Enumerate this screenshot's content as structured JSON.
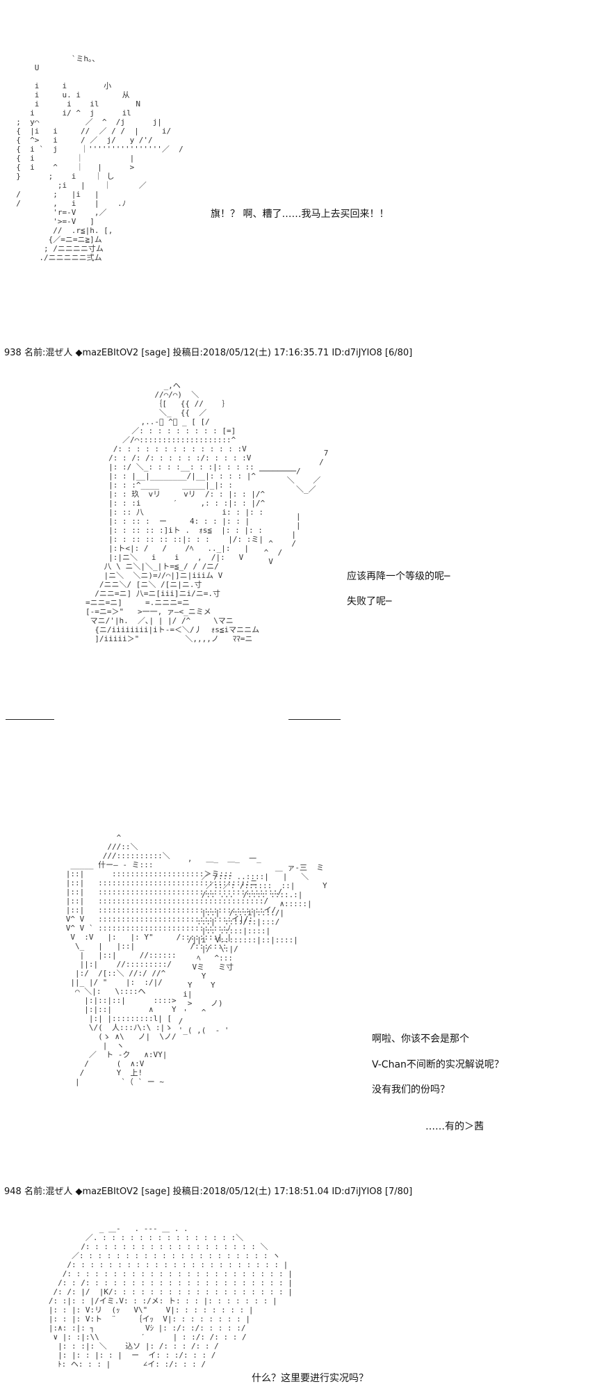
{
  "art": {
    "a1": "              `ミh｡､\n      U\n\n      i     i        小\n      i     u. i         从\n      i      i    il        N\n     i      i/ ^  j      il\n  ;  y⌒          ／  ^  /j      j|\n  {  |i   i     //  ／ / /  |     i/\n  {  ^>   i     / ／  j/   y /'/\n  {  i `  j     ｜''''''''''''''''／  /\n  {  i         ｜          |\n  {  i    ^    ｜   |      >\n  }      ;    i    ｜ し\n           ;i   |    ｜      ／\n  /       ;   |i   |\n  /       ,   i    |    .ﾉ\n          'r=-V    ,／\n          '>=-V   ]\n          //  .r≦|h. [,\n         {／=ニ=ニ≧]ム\n        ; /ニニニニ寸ム\n       ./ニニニニニ弍ム",
    "a2": "                         _,ヘ\n                       //⌒/⌒)  ＼\n                       ｛[   {{ //    ｝\n                        ＼_  {{  ／\n                    ,..-ﾟ ^＼ _ [ [/\n                  ／: : : : : : : : : [=]\n                ／/⌒::::::::::::::::::::^\n              /: : : : : : : : : : : : : :V\n             /: : /: /: : : : : :/: : : : :V\n             |: :/ ＼_: : : :__: : :|: : : ::\n             |: : |__|________/|__|: : : : |^\n             |: : :^____     _____|_|: :\n             |: : 玖  vリ     vリ  /: : |: : |/^\n             |: : :i       ′     ,: : :|: : |/^\n             |: :: 八                 i: : |: :\n             |: : :: :  ー     4: : : |: : |\n             |: : :: :: :]iト .  ｫs≦  |: : |: :\n             |: : :: :: :: ::|: : :    |/: :ミ|\n             |:ト<|: /   /    /ﾍ   .._|:   |\n             |:|ニ＼   i    i    ,  /|:   V\n            八 \\ ニ＼|＼_|ト=≦_/ / /ニ/\n            |ニ＼  ＼ニ)=ﾉ/⌒|]ニ|iiiム V\n           /ニニ＼/ [ニ＼ /[ニ|ニ.寸\n          /ニニ=ニ] 八=ニ[iii]ニi/ニ=.寸\n        =ニニ=ニ]     =.ニニニ=ニ\n        [-=ニ=＞\"   >一一, ァ―<_ニミメ\n         マニ/'|h.  ／､| | |/ /^     \\マニ\n          {ニ/iiiiiiii|iト-=＜＼/丿  ｫs≦iマニニム\n          ]/iiiii＞\"          ＼,,,,ノ   ﾏﾏ=ニ",
    "a2b": "                      7\n                     /\n        ────────/\n              ＼    ／\n                ＼_／\n\n\n                |\n                |\n               |\n          ^    /\n         ^  /\n          V",
    "a3": "                 ^\n               ///::＼\n              ///::::::::::＼\n       _____ 什ー― - ミ:::\n      |::|      ::::::::::::::::::::＞ミ:::\n      |::|   :::::::::::::::::::::::::::::::::ニ\n      |::|   :::::::::::::::::::::::::::::::::::::::/\n      |::|   ::::::::::::::::::::::::::::::::::::/\n      |::|   ::::::::::::::::::::::::::::::::::::イ/\n      V^ V   :::::::::::::::::::::::::::::イ|/:\n      V^ V ` ::::::::::::::::::::::::::::ﾉ\n       V  :V   |:   |: Y\"     /::::::::|_|\n        \\_   |   |::|            /:::::::\n         |   |::|     //::::::\n         ||:|    //:::::::::/\n        |:/  /[::＼ //:/ //^\n       ||_ |/ \"    |:  :/|/\n        ⌒ ＼|:   \\::::ヘ\n          |:|::|::|      ::::>\n          |:|::|        ∧    Y\n           |:| |:::::::::l| [\n           \\/(  人:::ﾉ\\:\\ :|ゝ\n             (ゝ ∧\\   ノ|  \\ノ/\n              |  ヽ\n           ／  ト -ク   ∧:VY|\n          /      (  ∧:V\n         /       Y  上!\n        |         `（ ` ー ~",
    "a3b": "   ,   ＿_  ＿_  一_\n                      ＿ ァ-三  ミ\n      ／ /::: ..::::|   |   ＼\n       ／::／: /::::::  ::|      Y\n      /:: ...  /:::: ::::.:|\n                       ∧:::::|\n      |::|  /:::i|::::/|\n     :::|  ::::/::|:::/\n      |:: :::::|::::|\n   /||i  V::::::::|::|::::|\n      |/  \\:|/\n     ﾍ   ^:::\n    Vミ   ミ寸\n      Y\n   Y    Y\n  i|\n   >    ノ)\n  '   ^\n /       \n '_( ,(  - '"
  },
  "dialogue": {
    "d1": "旗！？ 啊、糟了……我马上去买回来！！",
    "d2_1": "应该再降一个等级的呢─",
    "d2_2": "失败了呢─",
    "d3_1": "啊啦、你该不会是那个",
    "d3_2": "V-Chan不间断的实况解说呢？",
    "d3_3": "没有我们的份吗？",
    "d3_4": "……有的＞茜",
    "d4": "什么？这里要进行实况吗？"
  },
  "posts": {
    "p1": "938 名前:混ぜ人 ◆mazEBItOV2 [sage] 投稿日:2018/05/12(土) 17:16:35.71 ID:d7iJYIO8 [6/80]",
    "p2": "948 名前:混ぜ人 ◆mazEBItOV2 [sage] 投稿日:2018/05/12(土) 17:18:51.04 ID:d7iJYIO8 [7/80]"
  }
}
